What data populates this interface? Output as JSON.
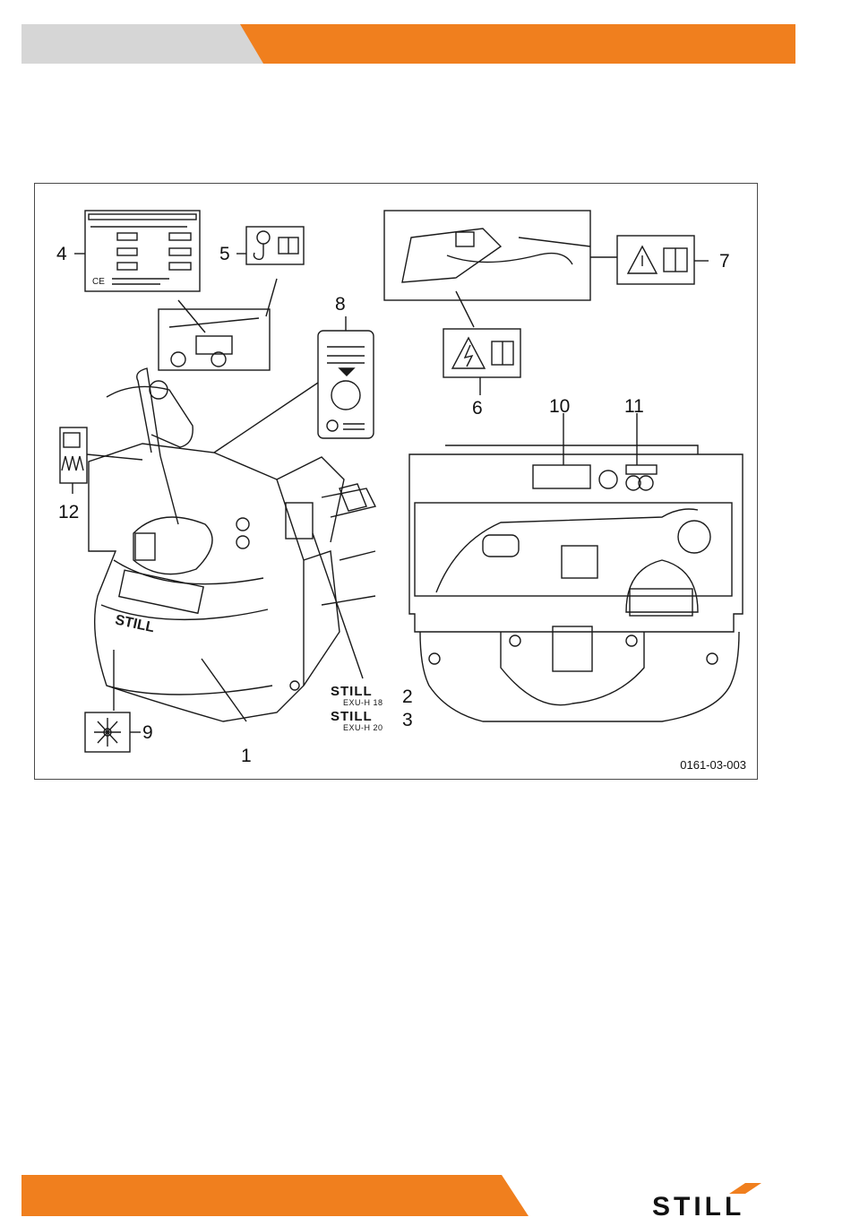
{
  "header": {
    "accent_color": "#f07f1e",
    "grey_color": "#d6d6d6"
  },
  "figure": {
    "callouts": {
      "c1": "1",
      "c2": "2",
      "c3": "3",
      "c4": "4",
      "c5": "5",
      "c6": "6",
      "c7": "7",
      "c8": "8",
      "c9": "9",
      "c10": "10",
      "c11": "11",
      "c12": "12"
    },
    "model_labels": {
      "brand": "STILL",
      "model_2": "EXU-H 18",
      "model_3": "EXU-H 20"
    },
    "figure_id": "0161-03-003"
  },
  "footer": {
    "accent_color": "#f07f1e",
    "logo_text": "STILL"
  }
}
